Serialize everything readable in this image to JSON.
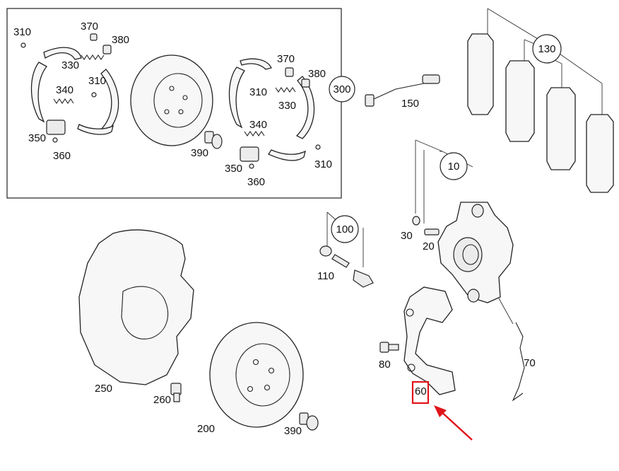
{
  "labels": {
    "shoe_310_tl": "310",
    "spring_370_l": "370",
    "cap_380_l": "380",
    "spring_330_l": "330",
    "pin_310_l": "310",
    "spring_340_l": "340",
    "adjuster_350_l": "350",
    "bolt_360_l": "360",
    "spring_370_r": "370",
    "cap_380_r": "380",
    "pin_310_r": "310",
    "spring_330_r": "330",
    "spring_340_r": "340",
    "bolt_390_top": "390",
    "adjuster_350_r": "350",
    "bolt_360_r": "360",
    "shoe_310_br": "310",
    "group_300": "300",
    "sensor_150": "150",
    "group_130": "130",
    "group_10": "10",
    "cap_30": "30",
    "bleeder_20": "20",
    "group_100": "100",
    "bushing_110": "110",
    "shield_250": "250",
    "bolt_260": "260",
    "disc_200": "200",
    "bolt_390_bottom": "390",
    "bolt_80": "80",
    "spring_70": "70",
    "bracket_60": "60"
  },
  "highlight": {
    "part": "60",
    "color": "#e0141b"
  }
}
